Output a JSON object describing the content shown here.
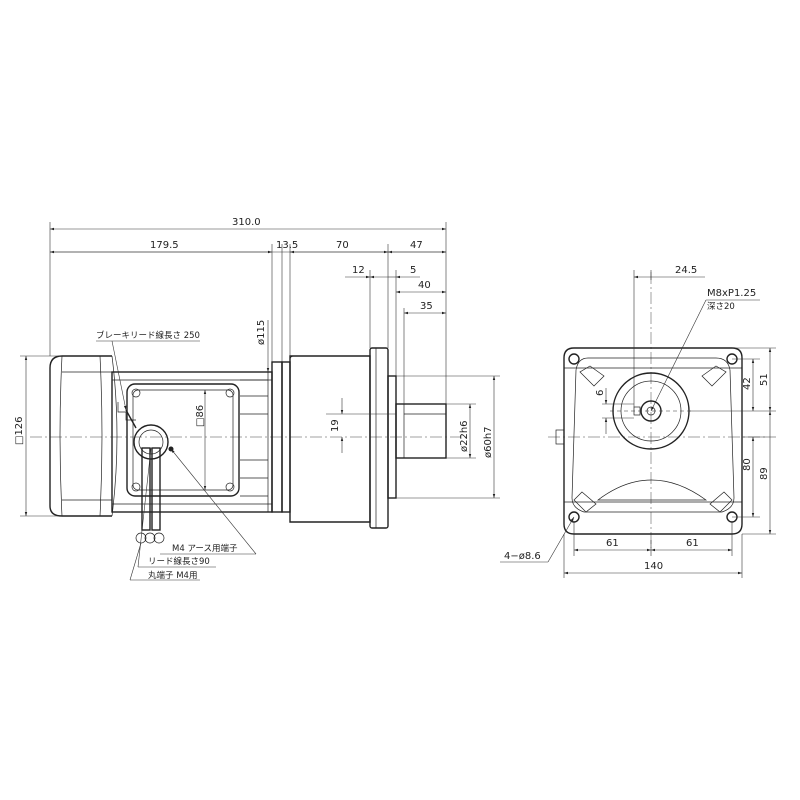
{
  "dimensions": {
    "total_length": "310.0",
    "motor_length": "179.5",
    "d13_5": "13.5",
    "d70": "70",
    "d47": "47",
    "d12": "12",
    "d5": "5",
    "d40": "40",
    "d35": "35",
    "d115": "ø115",
    "d126": "□126",
    "d86": "□86",
    "d19": "19",
    "d22": "ø22h6",
    "d60": "ø60h7",
    "d24_5": "24.5",
    "d6": "6",
    "d51": "51",
    "d42": "42",
    "d80": "80",
    "d89": "89",
    "d61a": "61",
    "d61b": "61",
    "d140": "140"
  },
  "labels": {
    "brake_lead": "ブレーキリード線長さ 250",
    "earth_terminal": "M4 アース用端子",
    "lead_length": "リード線長さ90",
    "ring_terminal": "丸端子 M4用",
    "tap_size": "M8xP1.25",
    "tap_depth": "深さ20",
    "holes": "4−ø8.6"
  }
}
